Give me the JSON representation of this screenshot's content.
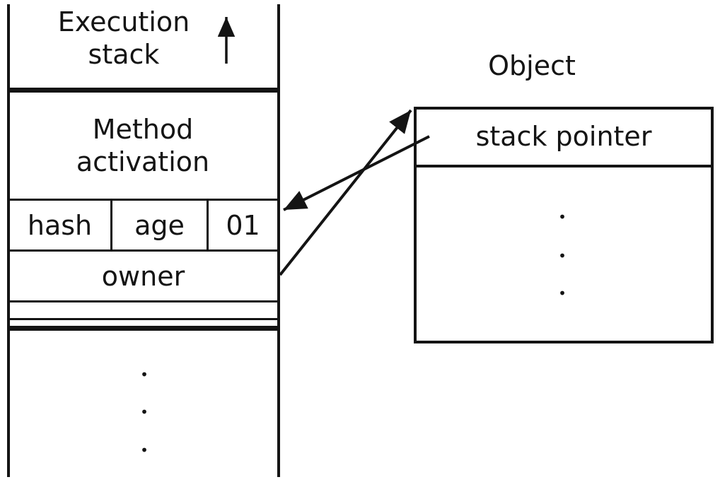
{
  "colors": {
    "ink": "#141414",
    "background": "#ffffff"
  },
  "stack": {
    "title": "Execution\nstack",
    "frame_label": "Method\nactivation",
    "fields": [
      "hash",
      "age",
      "01"
    ],
    "owner_field": "owner",
    "ellipsis_dot": "•"
  },
  "object": {
    "title": "Object",
    "pointer_field": "stack pointer",
    "ellipsis_dot": "•"
  }
}
